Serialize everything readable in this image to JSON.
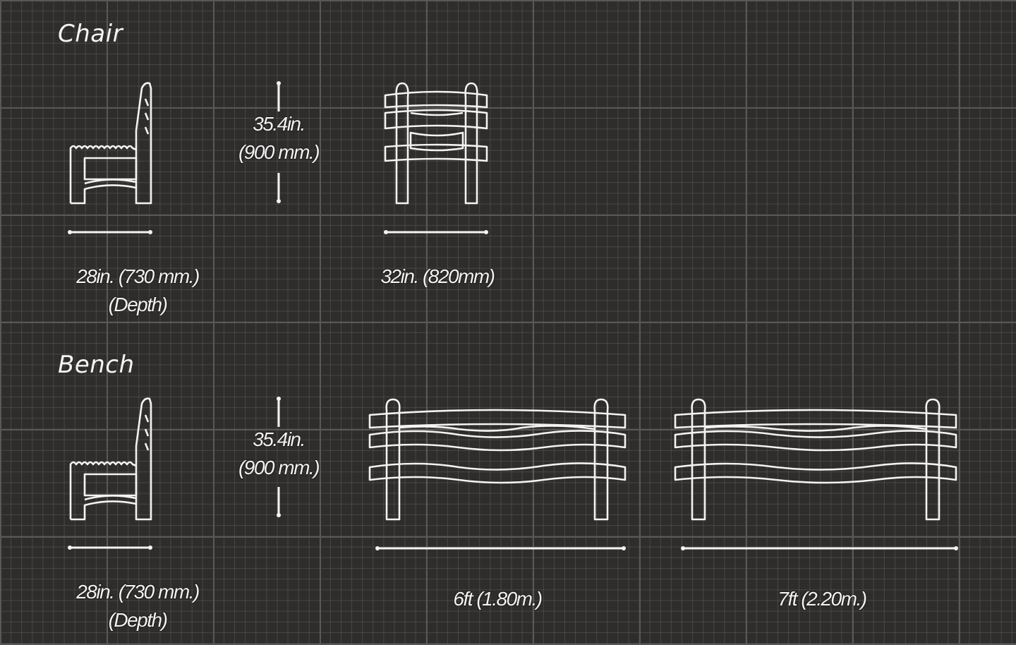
{
  "chair": {
    "title": "Chair",
    "height_line1": "35.4in.",
    "height_line2": "(900 mm.)",
    "depth_line1": "28in. (730 mm.)",
    "depth_line2": "(Depth)",
    "width": "32in. (820mm)"
  },
  "bench": {
    "title": "Bench",
    "height_line1": "35.4in.",
    "height_line2": "(900 mm.)",
    "depth_line1": "28in. (730 mm.)",
    "depth_line2": "(Depth)",
    "length_6ft": "6ft (1.80m.)",
    "length_7ft": "7ft (2.20m.)"
  },
  "colors": {
    "background": "#2f2d2c",
    "line": "#f3f3f3",
    "grid_major": "#5a5857"
  }
}
